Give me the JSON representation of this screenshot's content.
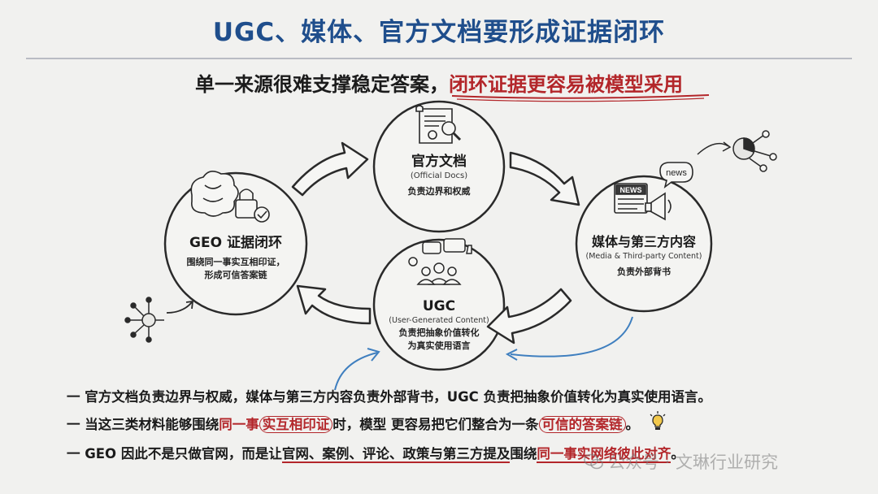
{
  "header": {
    "title": "UGC、媒体、官方文档要形成证据闭环",
    "subtitle_plain": "单一来源很难支撑稳定答案，",
    "subtitle_highlight": "闭环证据更容易被模型采用"
  },
  "nodes": {
    "official": {
      "title": "官方文档",
      "subtitle": "(Official Docs)",
      "desc": "负责边界和权威",
      "icon": "certificate-icon"
    },
    "media": {
      "title": "媒体与第三方内容",
      "subtitle": "(Media & Third-party Content)",
      "desc": "负责外部背书",
      "icon": "newspaper-megaphone-icon",
      "badge": "news",
      "paper_label": "NEWS"
    },
    "ugc": {
      "title": "UGC",
      "subtitle": "(User-Generated Content)",
      "desc_line1": "负责把抽象价值转化",
      "desc_line2": "为真实使用语言",
      "icon": "community-icon"
    },
    "geo": {
      "title": "GEO 证据闭环",
      "desc_line1": "围绕同一事实互相印证，",
      "desc_line2": "形成可信答案链",
      "icon": "brain-lock-icon"
    }
  },
  "bullets": [
    {
      "text": "一 官方文档负责边界与权威，媒体与第三方内容负责外部背书，UGC 负责把抽象价值转化为真实使用语言。"
    },
    {
      "pre": "一 当这三类材料能够围绕",
      "hl1a": "同一事",
      "hl1b": "实互相印证",
      "mid": "时，模型 更容易把它们整合为一条",
      "hl2": "可信的答案链",
      "post": "。"
    },
    {
      "pre": "一 GEO 因此不是只做官网，而是让",
      "ul1": "官网、案例、评论、政策与第三方提及",
      "mid": "围绕",
      "ul2": "同一事实网络彼此对齐",
      "post": "。"
    }
  ],
  "watermark": "公众号 · 文琳行业研究",
  "colors": {
    "title": "#1f4e8c",
    "highlight_red": "#b3262a",
    "arrow_blue": "#3f7fbf"
  }
}
